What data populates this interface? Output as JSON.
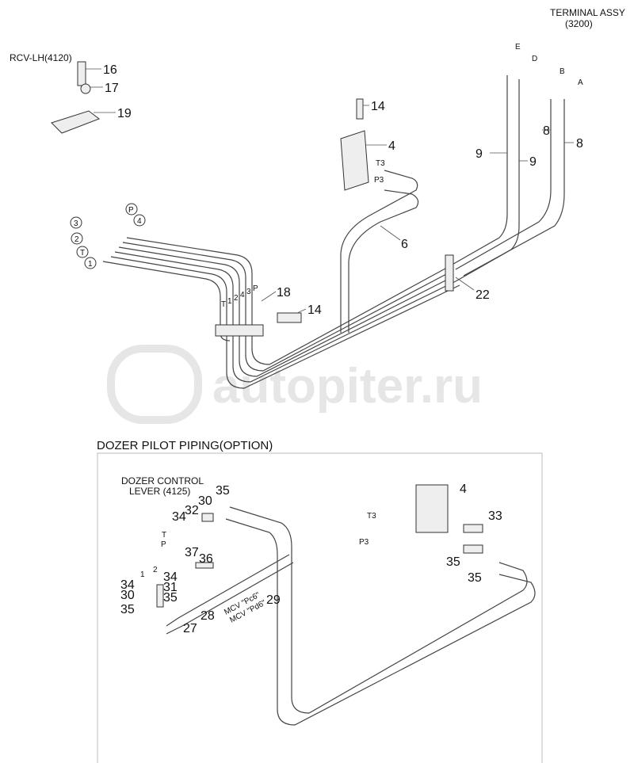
{
  "watermark": "autopiter.ru",
  "main": {
    "terminal_title": "TERMINAL ASSY",
    "terminal_code": "(3200)",
    "rcv_label": "RCV-LH(4120)",
    "ports": [
      "E",
      "D",
      "B",
      "A",
      "T3",
      "P3"
    ],
    "pipe_ports": [
      "T",
      "1",
      "2",
      "4",
      "3",
      "P"
    ],
    "circled": [
      "P",
      "4",
      "3",
      "2",
      "T",
      "1"
    ],
    "callouts": {
      "c16": "16",
      "c17": "17",
      "c19": "19",
      "c14a": "14",
      "c4": "4",
      "c9a": "9",
      "c9b": "9",
      "c8a": "8",
      "c8b": "8",
      "c6": "6",
      "c22": "22",
      "c18": "18",
      "c14b": "14"
    }
  },
  "dozer": {
    "title": "DOZER PILOT PIPING(OPTION)",
    "lever_line1": "DOZER CONTROL",
    "lever_line2": "LEVER (4125)",
    "mcv1": "MCV \"Pc6\"",
    "mcv2": "MCV \"Pd6\"",
    "ports": [
      "T",
      "P",
      "1",
      "2",
      "T3",
      "P3"
    ],
    "callouts": {
      "c35a": "35",
      "c30a": "30",
      "c32": "32",
      "c34a": "34",
      "c37": "37",
      "c36": "36",
      "c34b": "34",
      "c34c": "34",
      "c31": "31",
      "c30b": "30",
      "c35b": "35",
      "c35c": "35",
      "c28": "28",
      "c27": "27",
      "c29": "29",
      "c4": "4",
      "c33": "33",
      "c35d": "35",
      "c35e": "35"
    }
  }
}
